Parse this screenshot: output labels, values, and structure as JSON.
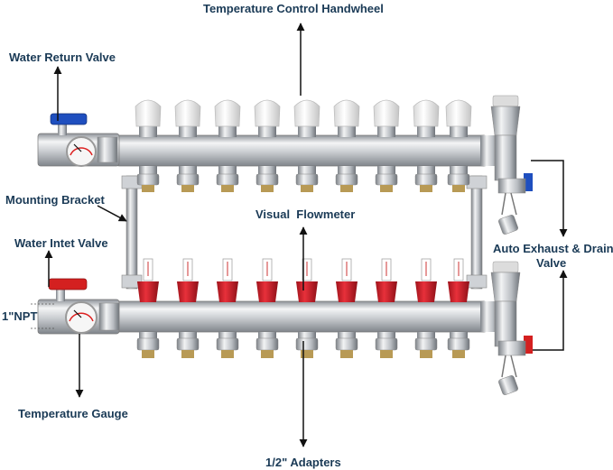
{
  "labels": {
    "temperature_control_handwheel": "Temperature Control Handwheel",
    "water_return_valve": "Water Return Valve",
    "mounting_bracket": "Mounting Bracket",
    "visual_flowmeter": "Visual  Flowmeter",
    "water_inlet_valve": "Water Intet Valve",
    "auto_exhaust_drain_line1": "Auto Exhaust & Drain",
    "auto_exhaust_drain_line2": "Valve",
    "npt_size": "1\"NPT",
    "temperature_gauge": "Temperature Gauge",
    "adapters": "1/2\" Adapters"
  },
  "colors": {
    "label_text": "#1a3a56",
    "return_valve_handle": "#1f4fbf",
    "inlet_valve_handle": "#d42020",
    "flowmeter_cap": "#d0202a",
    "handwheel_cap": "#f2f2f2",
    "steel": "#c9ccd0",
    "brass": "#b89a55"
  },
  "loops": 9
}
